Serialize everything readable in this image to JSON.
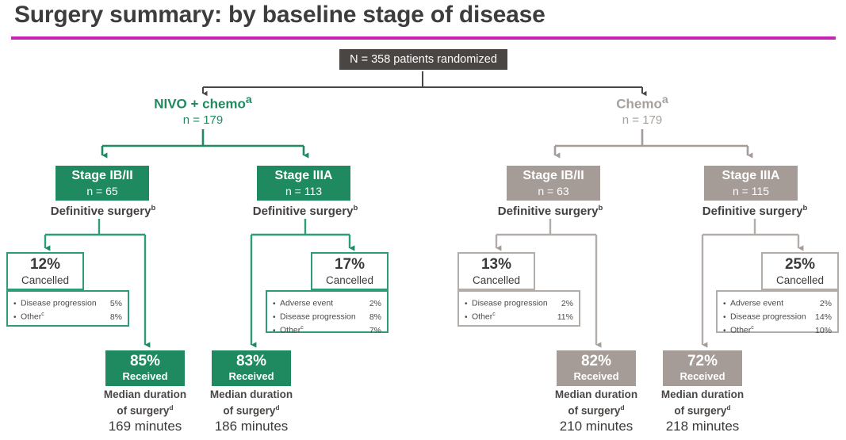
{
  "title": "Surgery summary: by baseline stage of disease",
  "accent_rule_color": "#c724b1",
  "colors": {
    "green": "#1f8a60",
    "green_border": "#2e9c74",
    "gray": "#a59b97",
    "gray_border": "#b3adaa",
    "gray_text": "#a7a09c",
    "dark": "#4a4644"
  },
  "top_box": {
    "label": "N = 358 patients randomized"
  },
  "arms": [
    {
      "name": "NIVO + chemo",
      "name_sup": "a",
      "n": "n = 179",
      "color": "green"
    },
    {
      "name": "Chemo",
      "name_sup": "a",
      "n": "n = 179",
      "color": "gray"
    }
  ],
  "definitive_surgery_label": "Definitive surgery",
  "definitive_surgery_sup": "b",
  "groups": [
    {
      "arm": "NIVO + chemo",
      "color": "green",
      "cancel_side": "left",
      "stage": {
        "name": "Stage IB/II",
        "n": "n = 65"
      },
      "cancelled": {
        "pct": "12%",
        "label": "Cancelled",
        "reasons": [
          {
            "label": "Disease progression",
            "sup": "",
            "value": "5%"
          },
          {
            "label": "Other",
            "sup": "c",
            "value": "8%"
          }
        ]
      },
      "received": {
        "pct": "85%",
        "label": "Received"
      },
      "median": {
        "line1": "Median duration",
        "line2": "of surgery",
        "line2_sup": "d",
        "value": "169 minutes"
      }
    },
    {
      "arm": "NIVO + chemo",
      "color": "green",
      "cancel_side": "right",
      "stage": {
        "name": "Stage IIIA",
        "n": "n = 113"
      },
      "cancelled": {
        "pct": "17%",
        "label": "Cancelled",
        "reasons": [
          {
            "label": "Adverse event",
            "sup": "",
            "value": "2%"
          },
          {
            "label": "Disease progression",
            "sup": "",
            "value": "8%"
          },
          {
            "label": "Other",
            "sup": "c",
            "value": "7%"
          }
        ]
      },
      "received": {
        "pct": "83%",
        "label": "Received"
      },
      "median": {
        "line1": "Median duration",
        "line2": "of surgery",
        "line2_sup": "d",
        "value": "186 minutes"
      }
    },
    {
      "arm": "Chemo",
      "color": "gray",
      "cancel_side": "left",
      "stage": {
        "name": "Stage IB/II",
        "n": "n = 63"
      },
      "cancelled": {
        "pct": "13%",
        "label": "Cancelled",
        "reasons": [
          {
            "label": "Disease progression",
            "sup": "",
            "value": "2%"
          },
          {
            "label": "Other",
            "sup": "c",
            "value": "11%"
          }
        ]
      },
      "received": {
        "pct": "82%",
        "label": "Received"
      },
      "median": {
        "line1": "Median duration",
        "line2": "of surgery",
        "line2_sup": "d",
        "value": "210 minutes"
      }
    },
    {
      "arm": "Chemo",
      "color": "gray",
      "cancel_side": "right",
      "stage": {
        "name": "Stage IIIA",
        "n": "n = 115"
      },
      "cancelled": {
        "pct": "25%",
        "label": "Cancelled",
        "reasons": [
          {
            "label": "Adverse event",
            "sup": "",
            "value": "2%"
          },
          {
            "label": "Disease progression",
            "sup": "",
            "value": "14%"
          },
          {
            "label": "Other",
            "sup": "c",
            "value": "10%"
          }
        ]
      },
      "received": {
        "pct": "72%",
        "label": "Received"
      },
      "median": {
        "line1": "Median duration",
        "line2": "of surgery",
        "line2_sup": "d",
        "value": "218 minutes"
      }
    }
  ]
}
